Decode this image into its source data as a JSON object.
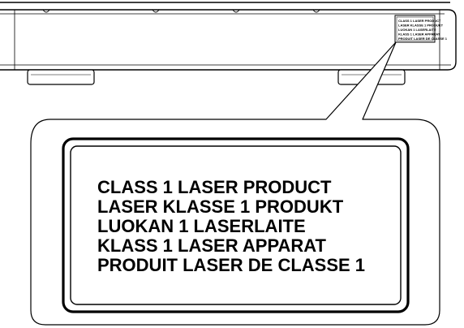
{
  "label": {
    "lines": [
      "CLASS 1 LASER PRODUCT",
      "LASER KLASSE 1 PRODUKT",
      "LUOKAN 1 LASERLAITE",
      "KLASS 1 LASER APPARAT",
      "PRODUIT LASER DE CLASSE 1"
    ]
  }
}
